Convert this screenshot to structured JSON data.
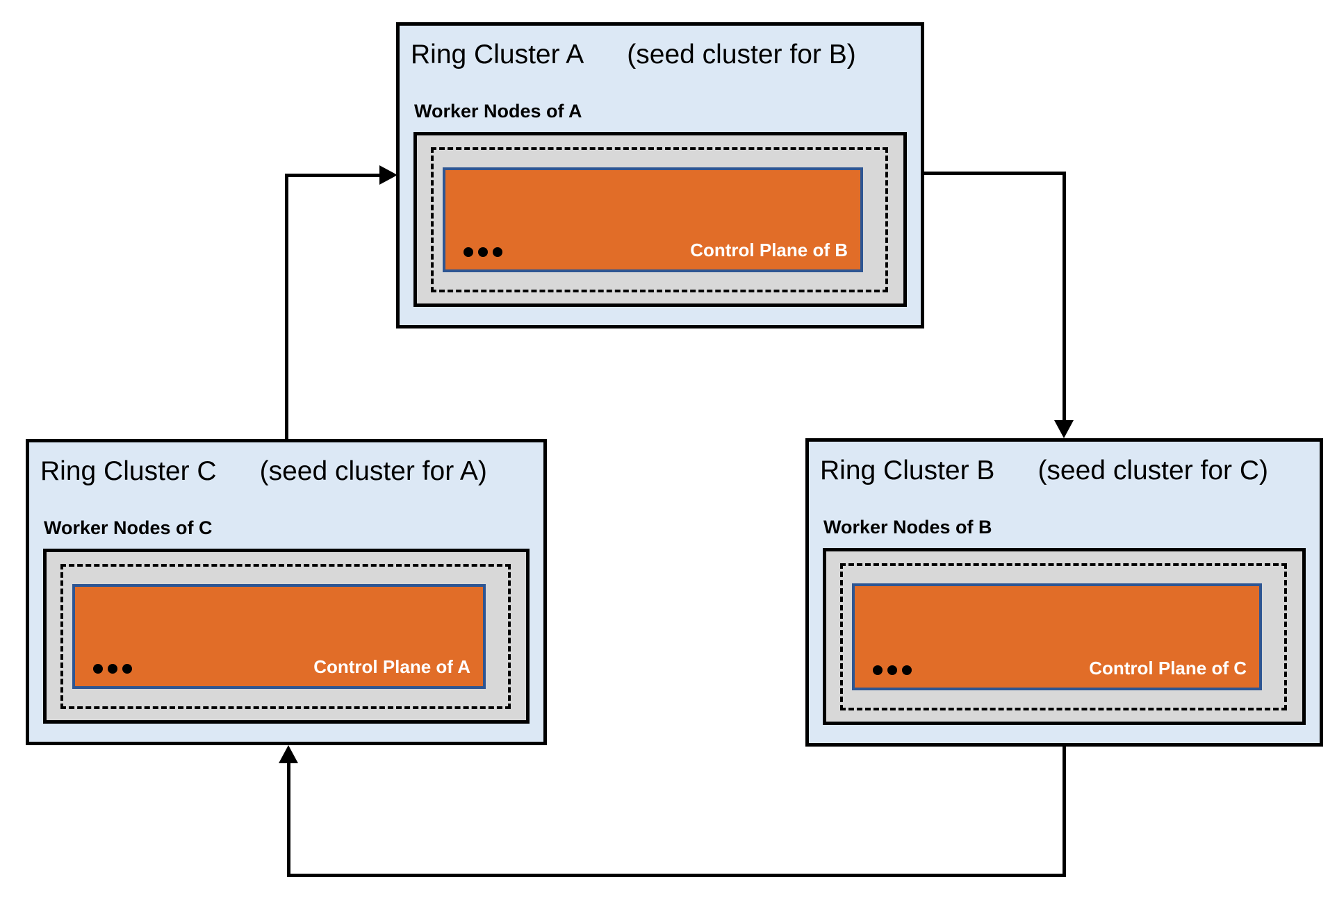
{
  "diagram": {
    "clusters": [
      {
        "id": "A",
        "title": "Ring Cluster A",
        "subtitle": "(seed cluster for B)",
        "worker_label": "Worker Nodes of A",
        "control_plane_label": "Control Plane of B",
        "ellipsis": "•••"
      },
      {
        "id": "B",
        "title": "Ring Cluster B",
        "subtitle": "(seed cluster for C)",
        "worker_label": "Worker Nodes of B",
        "control_plane_label": "Control Plane of C",
        "ellipsis": "•••"
      },
      {
        "id": "C",
        "title": "Ring Cluster C",
        "subtitle": "(seed cluster for A)",
        "worker_label": "Worker Nodes of C",
        "control_plane_label": "Control Plane of A",
        "ellipsis": "•••"
      }
    ],
    "edges": [
      {
        "from": "C",
        "to": "A"
      },
      {
        "from": "A",
        "to": "B"
      },
      {
        "from": "B",
        "to": "C"
      }
    ],
    "colors": {
      "cluster_fill": "#DCE8F5",
      "cluster_border": "#000000",
      "worker_fill": "#D8D8D8",
      "worker_border": "#000000",
      "pod_dashed_border": "#000000",
      "control_plane_fill": "#E16D28",
      "control_plane_border": "#2E5693",
      "control_plane_text": "#FFFFFF",
      "arrow": "#000000"
    }
  }
}
